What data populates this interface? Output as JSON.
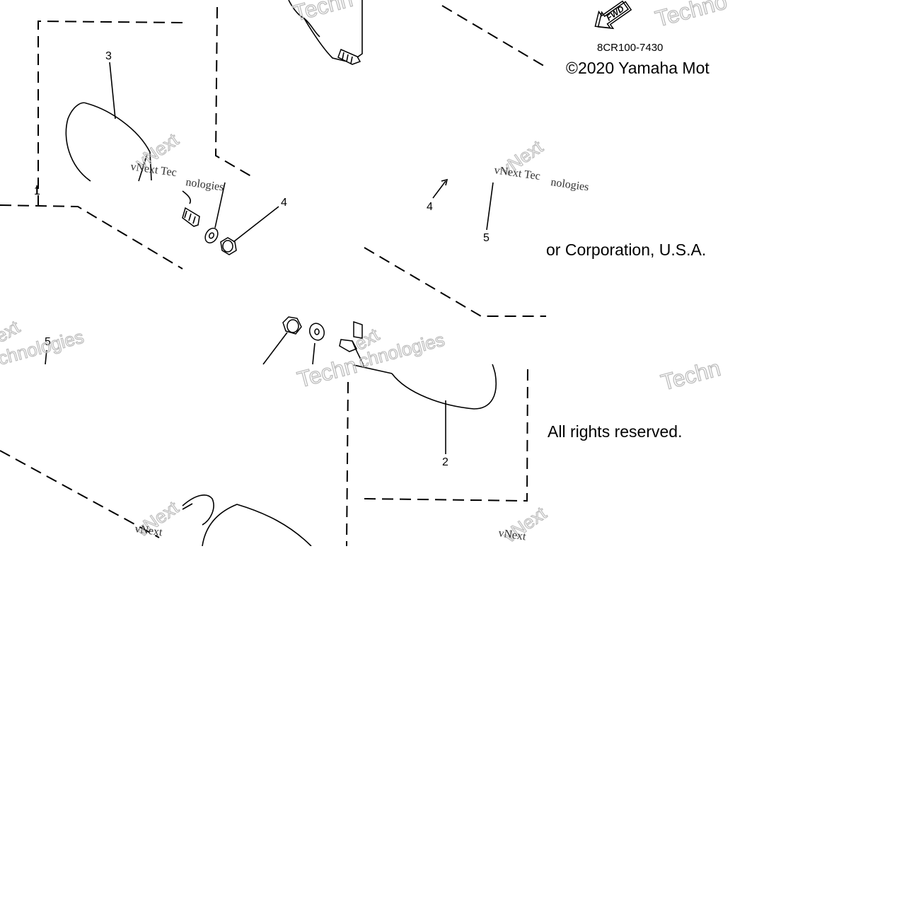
{
  "diagram": {
    "part_code": "8CR100-7430",
    "fwd_label": "FWD",
    "callouts": {
      "c1": "1",
      "c2": "2",
      "c3": "3",
      "c4a": "4",
      "c4b": "4",
      "c5a": "5",
      "c5b": "5"
    }
  },
  "copyright": {
    "line1": "©2020 Yamaha Mot",
    "line2": "or Corporation, U.S.A.",
    "line3": "All rights reserved."
  },
  "watermarks": {
    "vnext": "vNext",
    "vnext_tech": "vNext Tec",
    "vnext_full": "vNext Technologies",
    "vnext_short": "vNext",
    "tech": "Techno",
    "tech2": "Techn",
    "technologies": "Technologies",
    "technologies_short": "chnologies",
    "ext": "ext",
    "nologies": "nologies"
  }
}
